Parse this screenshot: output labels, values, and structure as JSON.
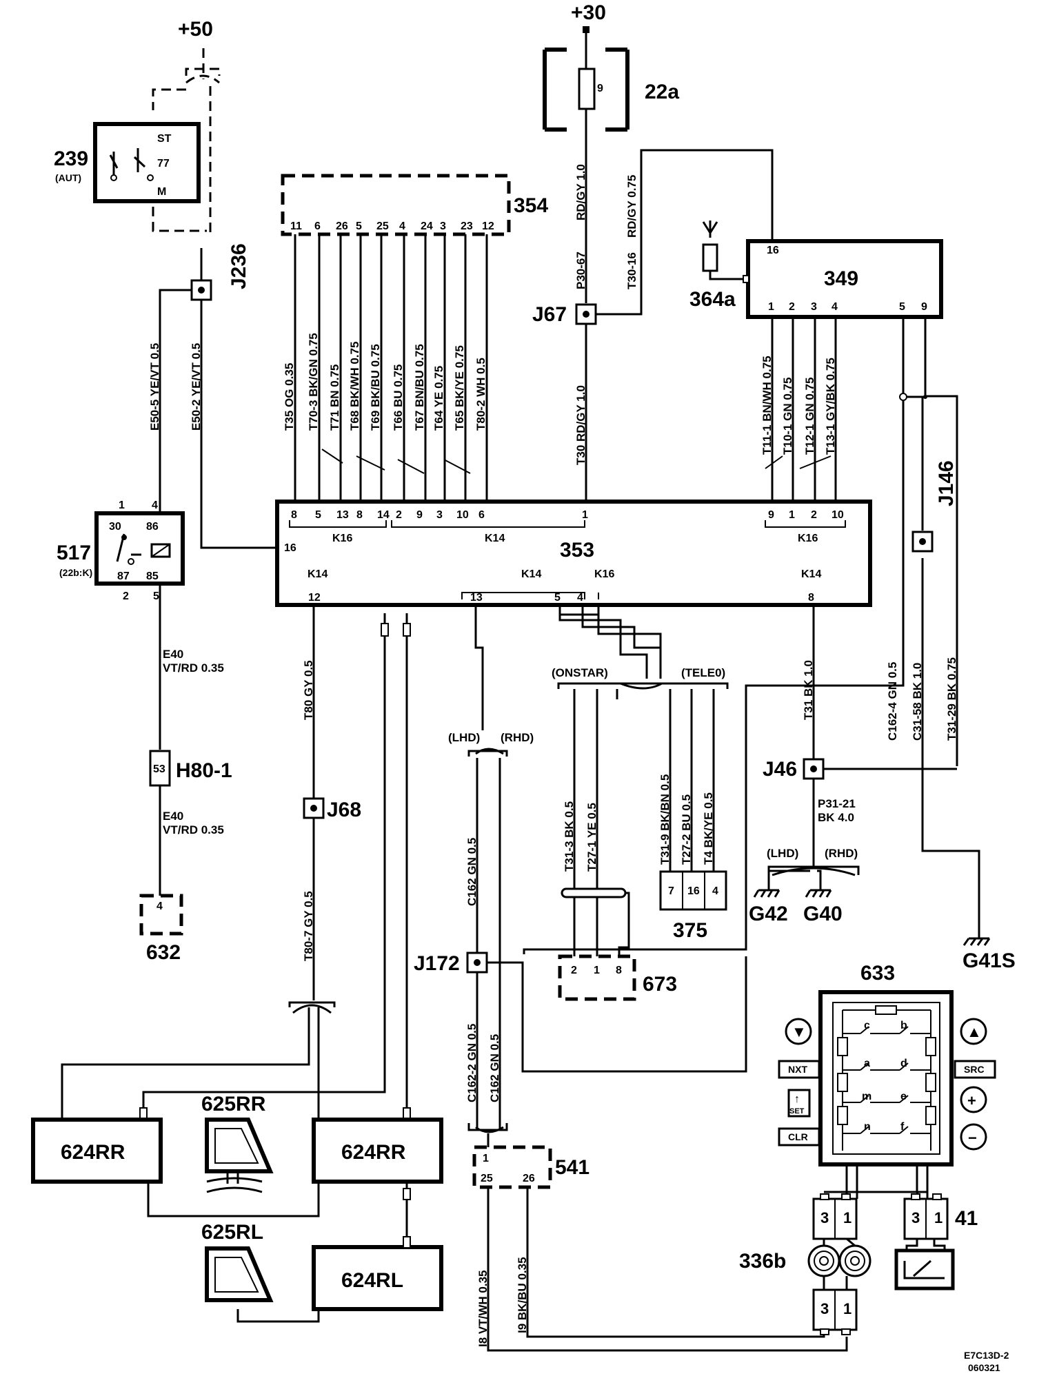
{
  "supplies": {
    "plus50": "+50",
    "plus30": "+30"
  },
  "components": {
    "c239": "239",
    "c239_sub": "(AUT)",
    "c239_st": "ST",
    "c239_77": "77",
    "c239_m": "M",
    "c22a": "22a",
    "c22a_pin": "9",
    "c354": "354",
    "c349": "349",
    "c364a": "364a",
    "c353": "353",
    "c517": "517",
    "c517_sub": "(22b:K)",
    "c517_p30": "30",
    "c517_p86": "86",
    "c517_p87": "87",
    "c517_p85": "85",
    "c517_t1": "1",
    "c517_t4": "4",
    "c517_t2": "2",
    "c517_t5": "5",
    "h80": "H80-1",
    "h80_pin": "53",
    "c632": "632",
    "c632_pin": "4",
    "c673": "673",
    "c375": "375",
    "c541": "541",
    "c633": "633",
    "c624rr_left": "624RR",
    "c624rr_right": "624RR",
    "c624rl": "624RL",
    "c625rr": "625RR",
    "c625rl": "625RL",
    "c336b": "336b",
    "c41": "41"
  },
  "junctions": {
    "j236": "J236",
    "j67": "J67",
    "j68": "J68",
    "j172": "J172",
    "j46": "J46",
    "j146": "J146"
  },
  "grounds": {
    "g42": "G42",
    "g40": "G40",
    "g41s": "G41S"
  },
  "connectors": {
    "k16a": "K16",
    "k14a": "K14",
    "k16b": "K16",
    "k14b": "K14",
    "k14c": "K14",
    "k16c": "K16",
    "k14d": "K14"
  },
  "wires": {
    "e50_5": "E50-5  YE/VT  0.5",
    "e50_2": "E50-2  YE/VT  0.5",
    "t35": "T35  OG  0.35",
    "t70_3": "T70-3  BK/GN  0.75",
    "t71": "T71  BN  0.75",
    "t68": "T68  BK/WH  0.75",
    "t69": "T69  BK/BU  0.75",
    "t66": "T66  BU  0.75",
    "t67": "T67  BN/BU  0.75",
    "t64": "T64  YE  0.75",
    "t65": "T65  BK/YE  0.75",
    "t80_2": "T80-2  WH  0.5",
    "rdgy_top": "RD/GY  1.0",
    "p30_67": "P30-67",
    "t30_16": "T30-16",
    "rdgy_075": "RD/GY  0.75",
    "t30": "T30  RD/GY  1.0",
    "t11_1": "T11-1  BN/WH  0.75",
    "t10_1": "T10-1  GN  0.75",
    "t12_1": "T12-1  GN  0.75",
    "t13_1": "T13-1  GY/BK  0.75",
    "e40a_1": "E40",
    "e40a_2": "VT/RD 0.35",
    "e40b_1": "E40",
    "e40b_2": "VT/RD 0.35",
    "t80": "T80  GY  0.5",
    "t80_7": "T80-7  GY  0.5",
    "c162": "C162  GN  0.5",
    "c162_2": "C162-2  GN  0.5",
    "c162b": "C162  GN  0.5",
    "t31_3": "T31-3  BK  0.5",
    "t27_1": "T27-1  YE  0.5",
    "t31_9": "T31-9  BK/BN  0.5",
    "t27_2": "T27-2  BU  0.5",
    "t4": "T4  BK/YE  0.5",
    "t31": "T31  BK  1.0",
    "p31_21_1": "P31-21",
    "p31_21_2": "BK 4.0",
    "c162_4": "C162-4  GN  0.5",
    "c31_58": "C31-58  BK  1.0",
    "t31_29": "T31-29  BK  0.75",
    "i8": "I8  VT/WH  0.35",
    "i9": "I9  BK/BU  0.35"
  },
  "variants": {
    "lhd": "(LHD)",
    "rhd": "(RHD)",
    "lhd2": "(LHD)",
    "rhd2": "(RHD)",
    "onstar": "(ONSTAR)",
    "tele": "(TELE0)"
  },
  "pins": {
    "p354": [
      "11",
      "6",
      "26",
      "5",
      "25",
      "4",
      "24",
      "3",
      "23",
      "12"
    ],
    "p353_left": [
      "8",
      "5",
      "13",
      "8",
      "14",
      "2",
      "9",
      "3",
      "10",
      "6",
      "1"
    ],
    "p353_right": [
      "9",
      "1",
      "2",
      "10"
    ],
    "p353_16": "16",
    "p353_bottom": [
      "12",
      "13",
      "5",
      "4",
      "8"
    ],
    "p349_top": "16",
    "p349_bottom": [
      "1",
      "2",
      "3",
      "4",
      "5",
      "9"
    ],
    "p673": [
      "2",
      "1",
      "8"
    ],
    "p375": [
      "7",
      "16",
      "4"
    ],
    "p541_1": "1",
    "p541_25": "25",
    "p541_26": "26",
    "p336b_top": [
      "3",
      "1"
    ],
    "p336b_bottom": [
      "3",
      "1"
    ],
    "p41": [
      "3",
      "1"
    ]
  },
  "panel633": {
    "nxt": "NXT",
    "set": "SET",
    "set_arrow": "↑",
    "clr": "CLR",
    "src": "SRC",
    "down": "▼",
    "up": "▲",
    "plus": "+",
    "minus": "−",
    "sw_c": "c",
    "sw_b": "b",
    "sw_a": "a",
    "sw_d": "d",
    "sw_m": "m",
    "sw_e": "e",
    "sw_n": "n",
    "sw_f": "f"
  },
  "doc_id": {
    "line1": "E7C13D-2",
    "line2": "060321"
  }
}
